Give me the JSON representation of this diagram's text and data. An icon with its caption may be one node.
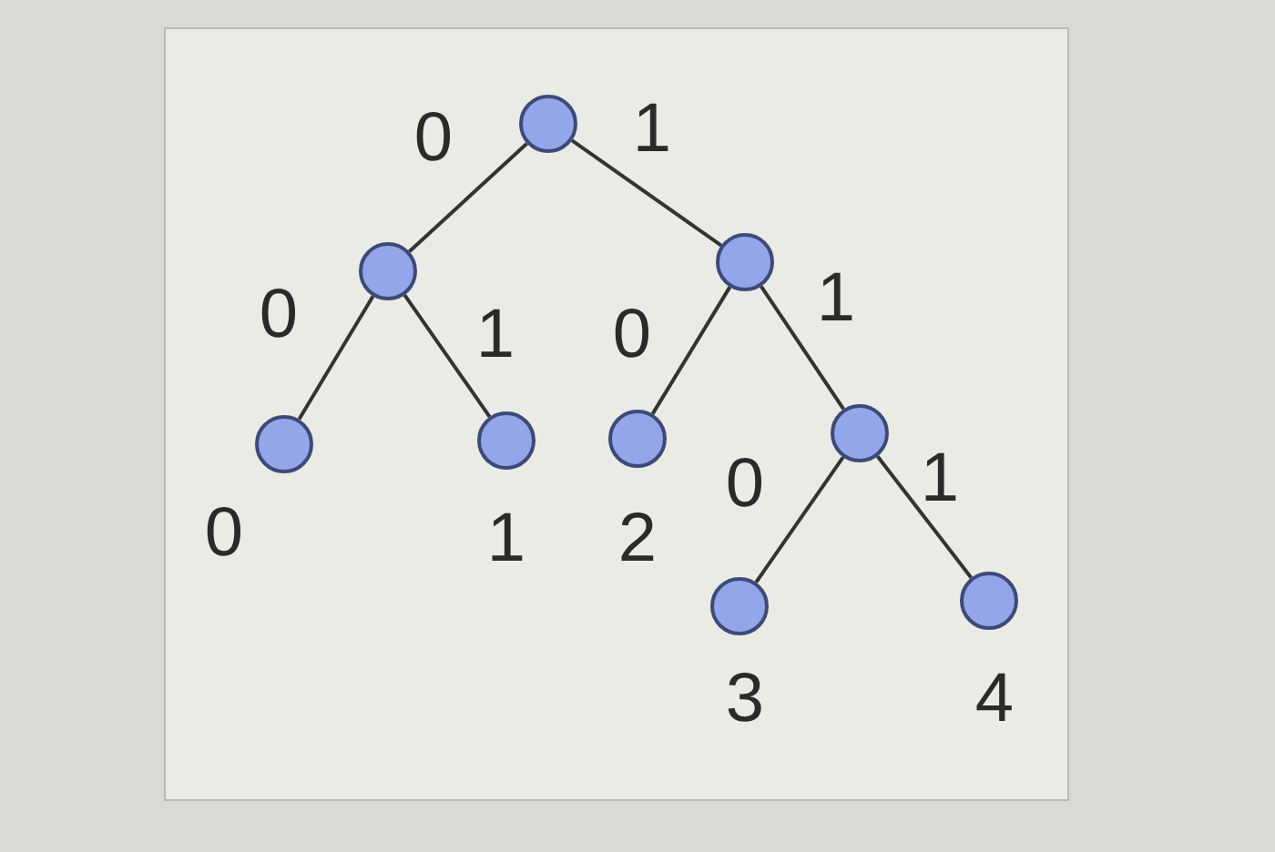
{
  "diagram": {
    "nodes": [
      {
        "text": [],
        "shape": "circle"
      },
      {
        "text": [],
        "shape": "circle"
      },
      {
        "text": [],
        "shape": "circle"
      },
      {
        "text": [],
        "shape": "circle",
        "beside": [
          "0"
        ]
      },
      {
        "text": [],
        "shape": "circle",
        "beside": [
          "1"
        ]
      },
      {
        "text": [],
        "shape": "circle",
        "beside": [
          "2"
        ]
      },
      {
        "text": [],
        "shape": "circle"
      },
      {
        "text": [],
        "shape": "circle",
        "beside": [
          "3"
        ]
      },
      {
        "text": [],
        "shape": "circle",
        "beside": [
          "4"
        ]
      }
    ],
    "edges": [
      {
        "from": 0,
        "to": 1,
        "arrow": "none",
        "label": "0"
      },
      {
        "from": 0,
        "to": 2,
        "arrow": "none",
        "label": "1"
      },
      {
        "from": 1,
        "to": 3,
        "arrow": "none",
        "label": "0"
      },
      {
        "from": 1,
        "to": 4,
        "arrow": "none",
        "label": "1"
      },
      {
        "from": 2,
        "to": 5,
        "arrow": "none",
        "label": "0"
      },
      {
        "from": 2,
        "to": 6,
        "arrow": "none",
        "label": "1"
      },
      {
        "from": 6,
        "to": 7,
        "arrow": "none",
        "label": "0"
      },
      {
        "from": 6,
        "to": 8,
        "arrow": "none",
        "label": "1"
      }
    ]
  }
}
